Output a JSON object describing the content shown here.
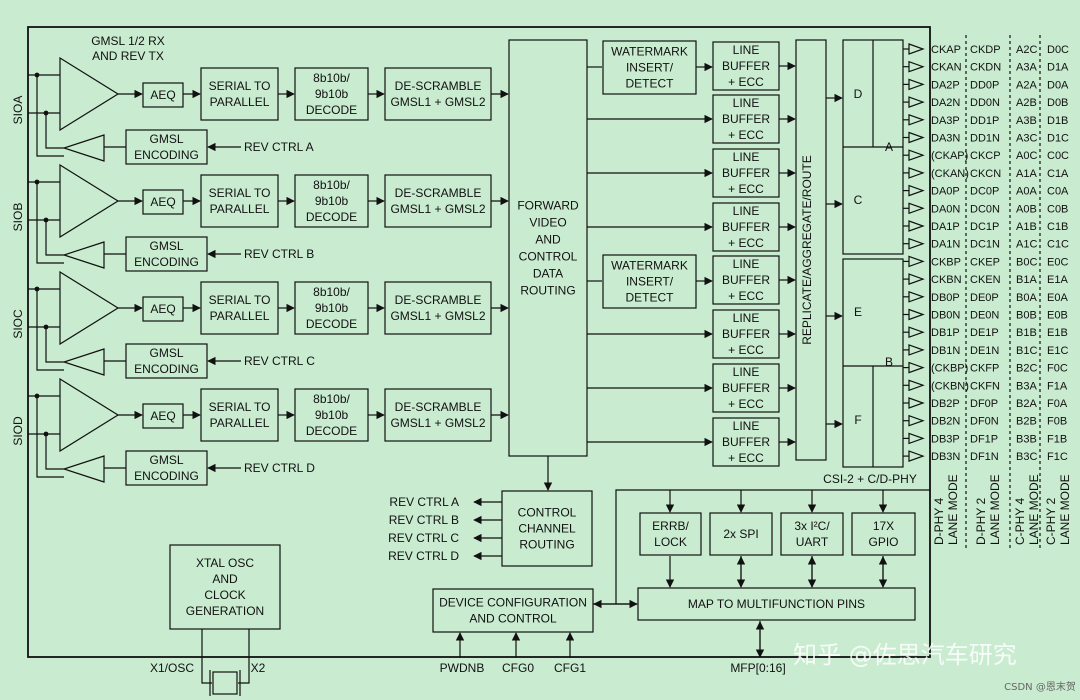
{
  "title": "GMSL 1/2 RX AND REV TX",
  "channels": [
    {
      "port": "SIOA",
      "rev": "REV CTRL A"
    },
    {
      "port": "SIOB",
      "rev": "REV CTRL B"
    },
    {
      "port": "SIOC",
      "rev": "REV CTRL C"
    },
    {
      "port": "SIOD",
      "rev": "REV CTRL D"
    }
  ],
  "blocks": {
    "aeq": "AEQ",
    "ser": [
      "SERIAL TO",
      "PARALLEL"
    ],
    "dec": [
      "8b10b/",
      "9b10b",
      "DECODE"
    ],
    "desc": [
      "DE-SCRAMBLE",
      "GMSL1 + GMSL2"
    ],
    "enc": [
      "GMSL",
      "ENCODING"
    ],
    "fwd": [
      "FORWARD",
      "VIDEO",
      "AND",
      "CONTROL",
      "DATA",
      "ROUTING"
    ],
    "wm": [
      "WATERMARK",
      "INSERT/",
      "DETECT"
    ],
    "lb": [
      "LINE",
      "BUFFER",
      "+ ECC"
    ],
    "rep": "REPLICATE/AGGREGATE/ROUTE",
    "phy_letters": [
      "D",
      "C",
      "E",
      "F"
    ],
    "phy_groups": [
      "A",
      "B"
    ],
    "ccr": [
      "CONTROL",
      "CHANNEL",
      "ROUTING"
    ],
    "xtal": [
      "XTAL OSC",
      "AND",
      "CLOCK",
      "GENERATION"
    ],
    "dev": [
      "DEVICE CONFIGURATION",
      "AND CONTROL"
    ],
    "errb": [
      "ERRB/",
      "LOCK"
    ],
    "spi": "2x SPI",
    "i2c": [
      "3x I²C/",
      "UART"
    ],
    "gpio": [
      "17X",
      "GPIO"
    ],
    "map": "MAP TO MULTIFUNCTION PINS"
  },
  "rev_outputs": [
    "REV CTRL A",
    "REV CTRL B",
    "REV CTRL C",
    "REV CTRL D"
  ],
  "pins": {
    "x1": "X1/OSC",
    "x2": "X2",
    "pwdnb": "PWDNB",
    "cfg0": "CFG0",
    "cfg1": "CFG1",
    "mfp": "MFP[0:16]"
  },
  "csi_label": "CSI-2 + C/D-PHY",
  "pin_table": {
    "rows": [
      [
        "CKAP",
        "CKDP",
        "A2C",
        "D0C"
      ],
      [
        "CKAN",
        "CKDN",
        "A3A",
        "D1A"
      ],
      [
        "DA2P",
        "DD0P",
        "A2A",
        "D0A"
      ],
      [
        "DA2N",
        "DD0N",
        "A2B",
        "D0B"
      ],
      [
        "DA3P",
        "DD1P",
        "A3B",
        "D1B"
      ],
      [
        "DA3N",
        "DD1N",
        "A3C",
        "D1C"
      ],
      [
        "(CKAP)",
        "CKCP",
        "A0C",
        "C0C"
      ],
      [
        "(CKAN)",
        "CKCN",
        "A1A",
        "C1A"
      ],
      [
        "DA0P",
        "DC0P",
        "A0A",
        "C0A"
      ],
      [
        "DA0N",
        "DC0N",
        "A0B",
        "C0B"
      ],
      [
        "DA1P",
        "DC1P",
        "A1B",
        "C1B"
      ],
      [
        "DA1N",
        "DC1N",
        "A1C",
        "C1C"
      ],
      [
        "CKBP",
        "CKEP",
        "B0C",
        "E0C"
      ],
      [
        "CKBN",
        "CKEN",
        "B1A",
        "E1A"
      ],
      [
        "DB0P",
        "DE0P",
        "B0A",
        "E0A"
      ],
      [
        "DB0N",
        "DE0N",
        "B0B",
        "E0B"
      ],
      [
        "DB1P",
        "DE1P",
        "B1B",
        "E1B"
      ],
      [
        "DB1N",
        "DE1N",
        "B1C",
        "E1C"
      ],
      [
        "(CKBP)",
        "CKFP",
        "B2C",
        "F0C"
      ],
      [
        "(CKBN)",
        "CKFN",
        "B3A",
        "F1A"
      ],
      [
        "DB2P",
        "DF0P",
        "B2A",
        "F0A"
      ],
      [
        "DB2N",
        "DF0N",
        "B2B",
        "F0B"
      ],
      [
        "DB3P",
        "DF1P",
        "B3B",
        "F1B"
      ],
      [
        "DB3N",
        "DF1N",
        "B3C",
        "F1C"
      ]
    ],
    "col_headers": [
      [
        "D-PHY 4",
        "LANE MODE"
      ],
      [
        "D-PHY 2",
        "LANE MODE"
      ],
      [
        "C-PHY 4",
        "LANE MODE"
      ],
      [
        "C-PHY 2",
        "LANE MODE"
      ]
    ]
  },
  "watermark": {
    "text": "知乎 @佐思汽车研究",
    "credit": "CSDN @恩末贺"
  }
}
